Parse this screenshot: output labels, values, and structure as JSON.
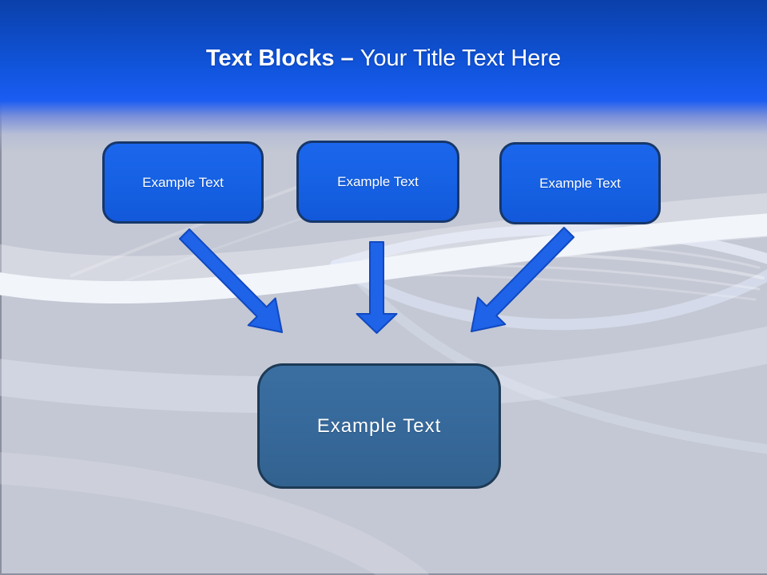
{
  "title": {
    "bold": "Text Blocks –",
    "regular": " Your Title Text Here"
  },
  "top_boxes": [
    {
      "label": "Example Text"
    },
    {
      "label": "Example Text"
    },
    {
      "label": "Example Text"
    }
  ],
  "bottom_box": {
    "label": "Example Text"
  },
  "icons": {
    "arrows": [
      "arrow-down-right-icon",
      "arrow-down-icon",
      "arrow-down-left-icon"
    ]
  },
  "colors": {
    "header_top": "#0a40aa",
    "header_bottom": "#1b5cf2",
    "body_bg": "#c4c8d4",
    "title_text": "#ffffff",
    "box_fill": "#1560e2",
    "box_border": "#16376b",
    "arrow_fill": "#1e63e8",
    "arrow_stroke": "#1149c0",
    "bottom_box_fill": "#36689a",
    "bottom_box_border": "#1d3a55"
  }
}
